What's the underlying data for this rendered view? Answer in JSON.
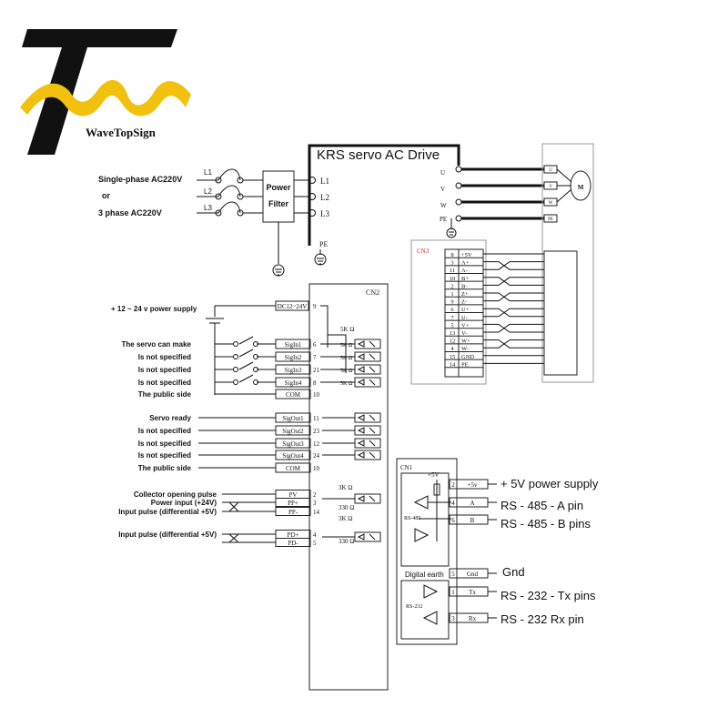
{
  "logo": {
    "brand": "WaveTopSign"
  },
  "drive": {
    "title": "KRS servo AC Drive"
  },
  "power_input": {
    "labels": [
      "Single-phase AC220V",
      "or",
      "3 phase AC220V"
    ],
    "lines": [
      "L1",
      "L2",
      "L3"
    ],
    "filter": [
      "Power",
      "Filter"
    ],
    "drive_terminals": [
      "L1",
      "L2",
      "L3"
    ],
    "pe": "PE"
  },
  "motor": {
    "terms": [
      "U",
      "V",
      "W",
      "PE"
    ],
    "plug_pins": [
      "U",
      "V",
      "W",
      "PE"
    ],
    "m": "M"
  },
  "cn3": {
    "label": "CN3",
    "rows": [
      {
        "pin": "8",
        "sig": "+5V"
      },
      {
        "pin": "3",
        "sig": "A+"
      },
      {
        "pin": "11",
        "sig": "A-"
      },
      {
        "pin": "10",
        "sig": "B+"
      },
      {
        "pin": "2",
        "sig": "B-"
      },
      {
        "pin": "1",
        "sig": "Z+"
      },
      {
        "pin": "9",
        "sig": "Z-"
      },
      {
        "pin": "6",
        "sig": "U+"
      },
      {
        "pin": "7",
        "sig": "U-"
      },
      {
        "pin": "5",
        "sig": "V+"
      },
      {
        "pin": "13",
        "sig": "V-"
      },
      {
        "pin": "12",
        "sig": "W+"
      },
      {
        "pin": "4",
        "sig": "W-"
      },
      {
        "pin": "15",
        "sig": "GND"
      },
      {
        "pin": "14",
        "sig": "PE"
      }
    ]
  },
  "cn2": {
    "label": "CN2",
    "supply": {
      "label": "+ 12 ~ 24 v power supply",
      "term": "DC12~24V",
      "pin": "9"
    },
    "resistor": "5K Ω",
    "inputs": [
      {
        "label": "The servo can make",
        "term": "SigIn1",
        "pin": "6"
      },
      {
        "label": "Is not specified",
        "term": "SigIn2",
        "pin": "7"
      },
      {
        "label": "Is not specified",
        "term": "SigIn3",
        "pin": "21"
      },
      {
        "label": "Is not specified",
        "term": "SigIn4",
        "pin": "8"
      },
      {
        "label": "The public side",
        "term": "COM",
        "pin": "10"
      }
    ],
    "outputs": [
      {
        "label": "Servo ready",
        "term": "SigOut1",
        "pin": "11"
      },
      {
        "label": "Is not specified",
        "term": "SigOut2",
        "pin": "23"
      },
      {
        "label": "Is not specified",
        "term": "SigOut3",
        "pin": "12"
      },
      {
        "label": "Is not specified",
        "term": "SigOut4",
        "pin": "24"
      },
      {
        "label": "The public side",
        "term": "COM",
        "pin": "10"
      }
    ],
    "pulse": [
      {
        "label": "Collector opening pulse",
        "term": "PV",
        "pin": "2"
      },
      {
        "label": "Power input (+24V)",
        "term": "PP+",
        "pin": "3"
      },
      {
        "label": "Input pulse (differential +5V)",
        "term": "PP-",
        "pin": "14"
      },
      {
        "label": "Input pulse (differential +5V)",
        "term": "PD+",
        "pin": "4"
      },
      {
        "label": "",
        "term": "PD-",
        "pin": "5"
      }
    ],
    "pulse_r1": "3K Ω",
    "pulse_r2": "330 Ω"
  },
  "cn1": {
    "label": "CN1",
    "v5": "+5V",
    "rs485": "RS-485",
    "rs232": "RS-232",
    "digital_earth": "Digital earth",
    "rows": [
      {
        "pin": "2",
        "term": "+5v",
        "desc": "+ 5V power supply"
      },
      {
        "pin": "4",
        "term": "A",
        "desc": "RS - 485 - A pin"
      },
      {
        "pin": "6",
        "term": "B",
        "desc": "RS - 485 - B pins"
      },
      {
        "pin": "5",
        "term": "Gnd",
        "desc": "Gnd"
      },
      {
        "pin": "1",
        "term": "Tx",
        "desc": "RS - 232 - Tx pins"
      },
      {
        "pin": "3",
        "term": "Rx",
        "desc": "RS - 232 Rx pin"
      }
    ]
  }
}
